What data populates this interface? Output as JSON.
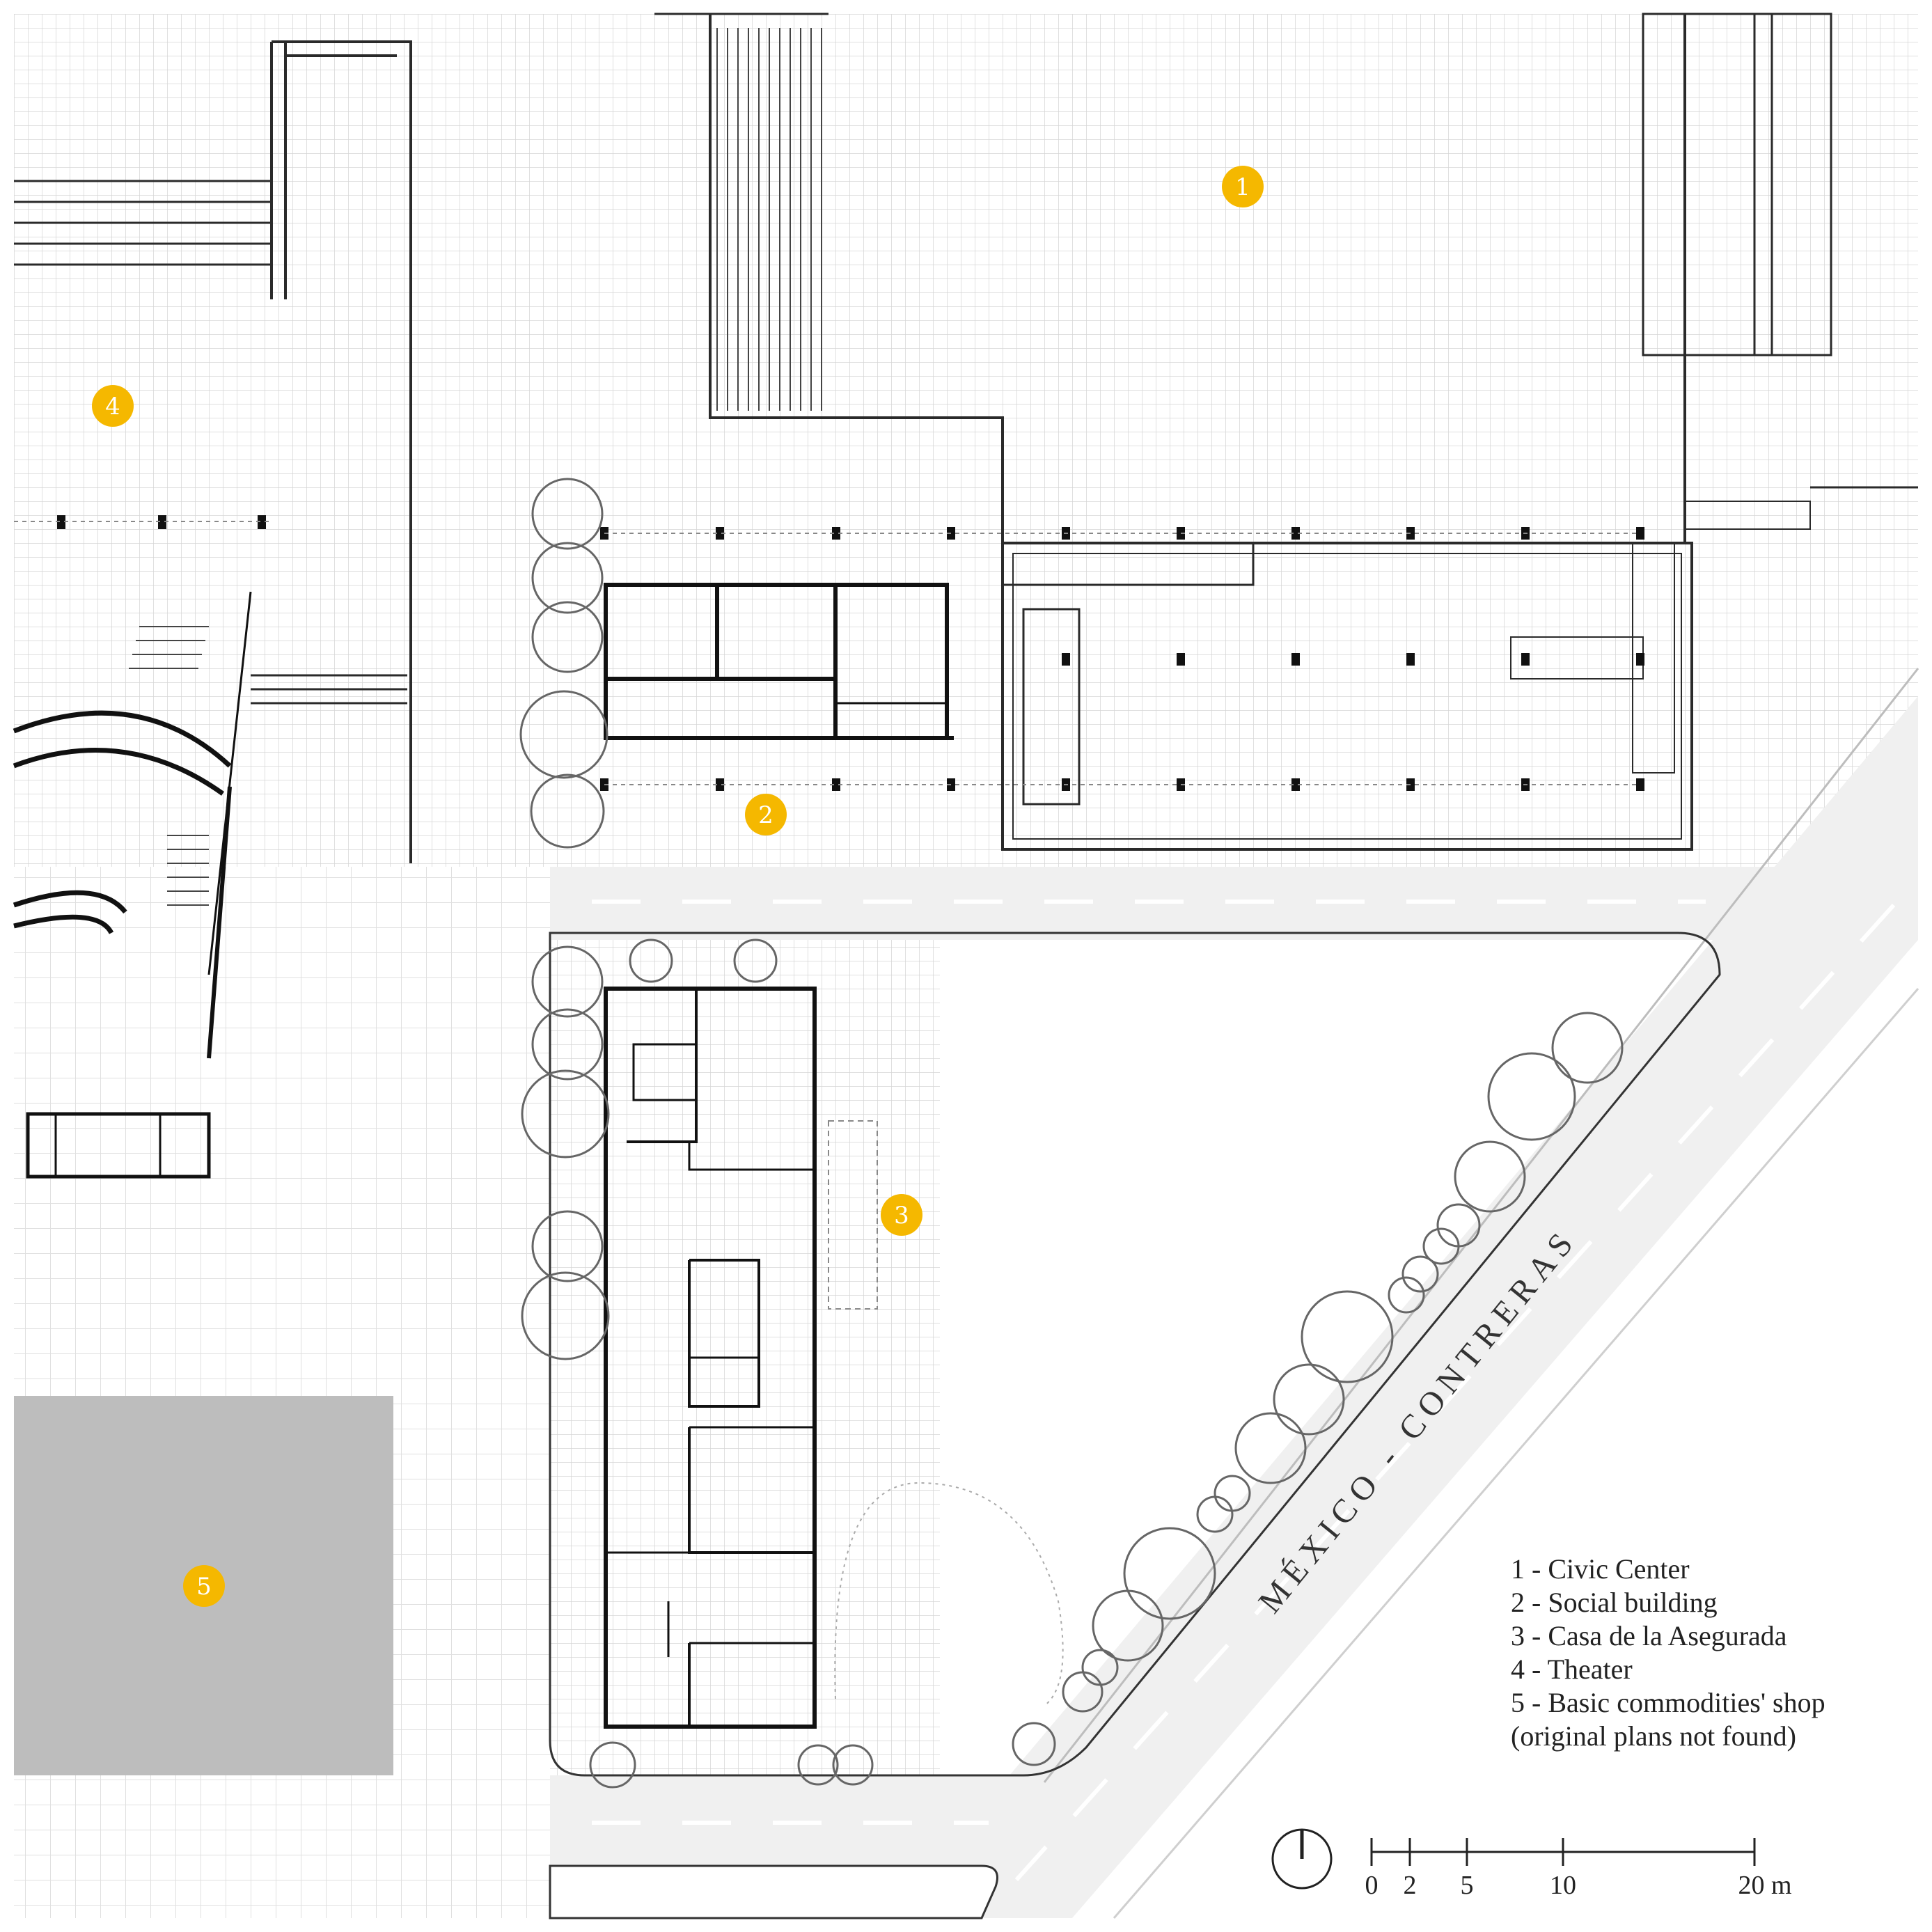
{
  "markers": [
    {
      "id": "1",
      "label": "1"
    },
    {
      "id": "2",
      "label": "2"
    },
    {
      "id": "3",
      "label": "3"
    },
    {
      "id": "4",
      "label": "4"
    },
    {
      "id": "5",
      "label": "5"
    }
  ],
  "street_name": "MÉXICO - CONTRERAS",
  "legend": {
    "items": [
      "1 - Civic Center",
      "2 - Social building",
      "3 - Casa de la Asegurada",
      "4 - Theater",
      "5 - Basic commodities' shop",
      "(original plans not found)"
    ]
  },
  "scale_bar": {
    "ticks": [
      "0",
      "2",
      "5",
      "10",
      "20 m"
    ]
  },
  "colors": {
    "marker": "#f5b800",
    "lines": "#2a2a2a",
    "shop_fill": "#bdbdbd",
    "road": "#efefef"
  }
}
